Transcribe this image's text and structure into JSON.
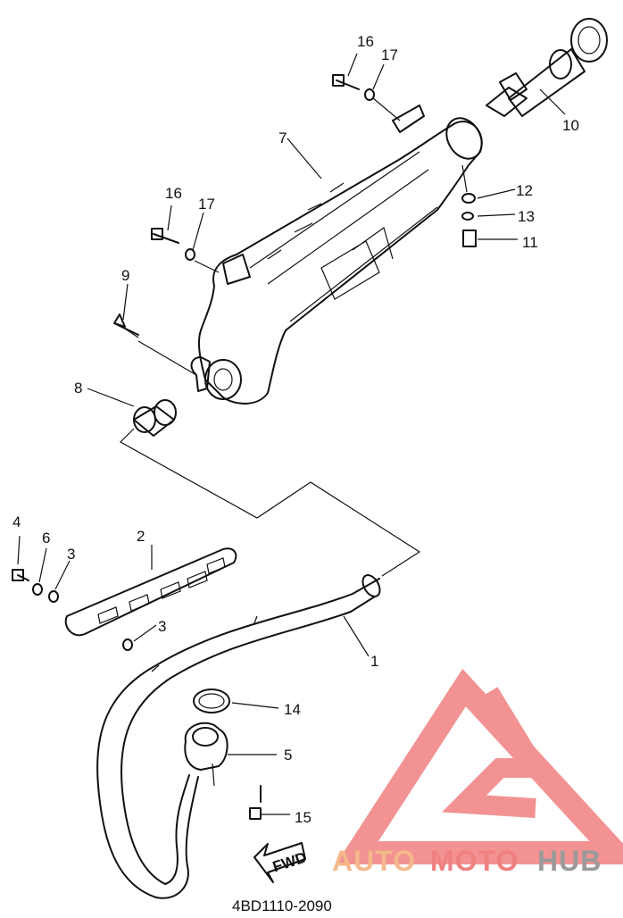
{
  "diagram": {
    "part_number_code": "4BD1110-2090",
    "fwd_label": "FWD",
    "callouts": [
      {
        "id": "c1",
        "text": "1"
      },
      {
        "id": "c2",
        "text": "2"
      },
      {
        "id": "c3a",
        "text": "3"
      },
      {
        "id": "c3b",
        "text": "3"
      },
      {
        "id": "c4",
        "text": "4"
      },
      {
        "id": "c5",
        "text": "5"
      },
      {
        "id": "c6",
        "text": "6"
      },
      {
        "id": "c7",
        "text": "7"
      },
      {
        "id": "c8",
        "text": "8"
      },
      {
        "id": "c9",
        "text": "9"
      },
      {
        "id": "c10",
        "text": "10"
      },
      {
        "id": "c11",
        "text": "11"
      },
      {
        "id": "c12",
        "text": "12"
      },
      {
        "id": "c13",
        "text": "13"
      },
      {
        "id": "c14",
        "text": "14"
      },
      {
        "id": "c15",
        "text": "15"
      },
      {
        "id": "c16a",
        "text": "16"
      },
      {
        "id": "c16b",
        "text": "16"
      },
      {
        "id": "c17a",
        "text": "17"
      },
      {
        "id": "c17b",
        "text": "17"
      }
    ]
  },
  "watermark": {
    "part1": "AUTO",
    "part2": "MOTO",
    "part3": "HUB",
    "colors": {
      "triangle": "#f08080",
      "text_orange": "#f4b88a",
      "text_red": "#f08080",
      "text_gray": "#9a9a9a"
    }
  }
}
